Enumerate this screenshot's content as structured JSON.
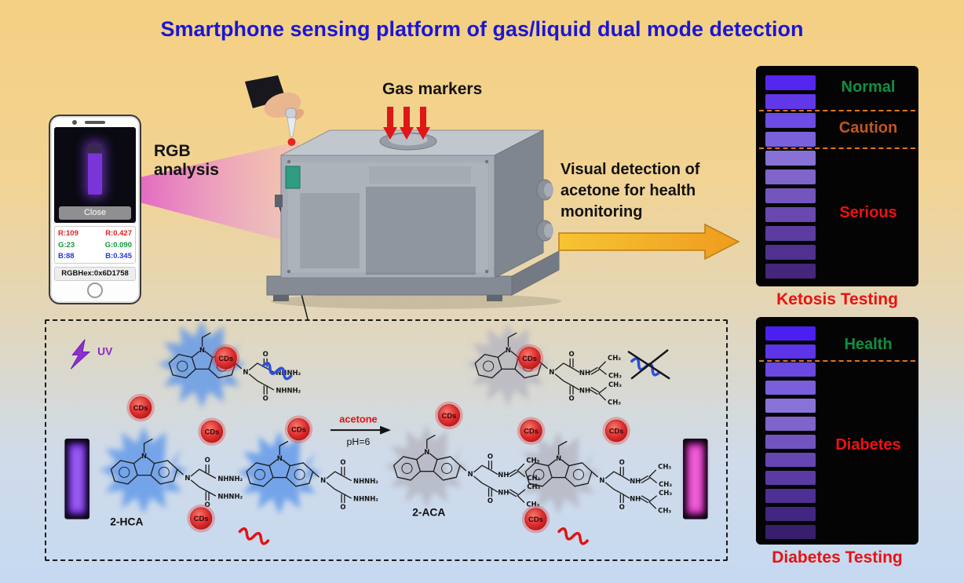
{
  "title": "Smartphone sensing platform of gas/liquid dual mode detection",
  "phone": {
    "close_label": "Close",
    "rgb_rows": [
      {
        "abs": "R:109",
        "norm": "R:0.427"
      },
      {
        "abs": "G:23",
        "norm": "G:0.090"
      },
      {
        "abs": "B:88",
        "norm": "B:0.345"
      }
    ],
    "hex_label": "RGBHex:0x6D1758"
  },
  "annotations": {
    "rgb_analysis": {
      "line1": "RGB",
      "line2": "analysis"
    },
    "gas_markers": "Gas markers",
    "visual_detection": {
      "line1": "Visual detection of",
      "line2": "acetone for health",
      "line3": "monitoring"
    }
  },
  "ketosis_panel": {
    "strip_colors": [
      "#5526ee",
      "#6038e8",
      "#6c4ce2",
      "#7b60dc",
      "#8770d6",
      "#7f64c9",
      "#7454bd",
      "#6a48b0",
      "#5e3ba1",
      "#513090",
      "#44267c"
    ],
    "labels": {
      "normal": "Normal",
      "caution": "Caution",
      "serious": "Serious"
    },
    "caption": "Ketosis Testing"
  },
  "diabetes_panel": {
    "strip_colors": [
      "#4a1ff0",
      "#5c34ea",
      "#6a48e2",
      "#7a5edc",
      "#8872d8",
      "#7e64cc",
      "#7254c0",
      "#6646b2",
      "#5a3aa4",
      "#4e3094",
      "#422682",
      "#371f6e"
    ],
    "labels": {
      "health": "Health",
      "diabetes": "Diabetes"
    },
    "caption": "Diabetes Testing"
  },
  "reaction": {
    "uv_label": "UV",
    "arrow_top": "acetone",
    "arrow_bottom": "pH=6",
    "cds_label": "CDs",
    "hca_label": "2-HCA",
    "aca_label": "2-ACA",
    "atoms": {
      "n": "N",
      "o": "O",
      "nhnh2": "NHNH₂",
      "nh": "NH",
      "ch3": "CH₃"
    }
  },
  "colors": {
    "title": "#1a16d4",
    "status_green": "#0e9040",
    "status_orange": "#c2571c",
    "status_red": "#ee1111",
    "beam_pink": "#e25ec6",
    "arrow_yellow": "#f2ab22",
    "cds_red": "#d92626",
    "burst_blue": "#5e97e8",
    "burst_gray": "#b4b4bf",
    "uv_purple": "#8a28cc"
  }
}
